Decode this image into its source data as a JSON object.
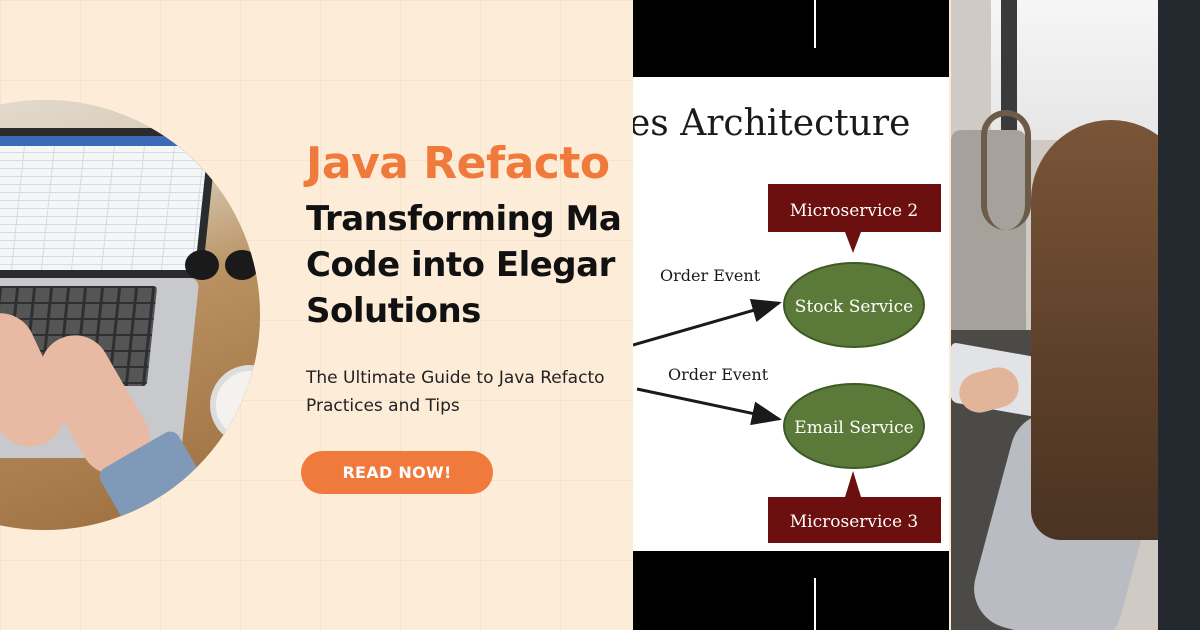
{
  "banner": {
    "headline_accent": "Java Refacto",
    "headline_lines": [
      "Transforming Ma",
      "Code into Elegar",
      "Solutions"
    ],
    "subtitle_lines": [
      "The Ultimate Guide to Java Refacto",
      "Practices and Tips"
    ],
    "cta_label": "READ NOW!"
  },
  "diagram": {
    "title": "es Architecture",
    "nodes": {
      "stock": "Stock Service",
      "email": "Email Service",
      "ms2": "Microservice 2",
      "ms3": "Microservice 3"
    },
    "edge_labels": [
      "Order Event",
      "Order Event"
    ]
  },
  "colors": {
    "accent": "#f07a3c",
    "node_green": "#5b7a3a",
    "box_maroon": "#6b0f0f",
    "dark_edge": "#24282f"
  }
}
